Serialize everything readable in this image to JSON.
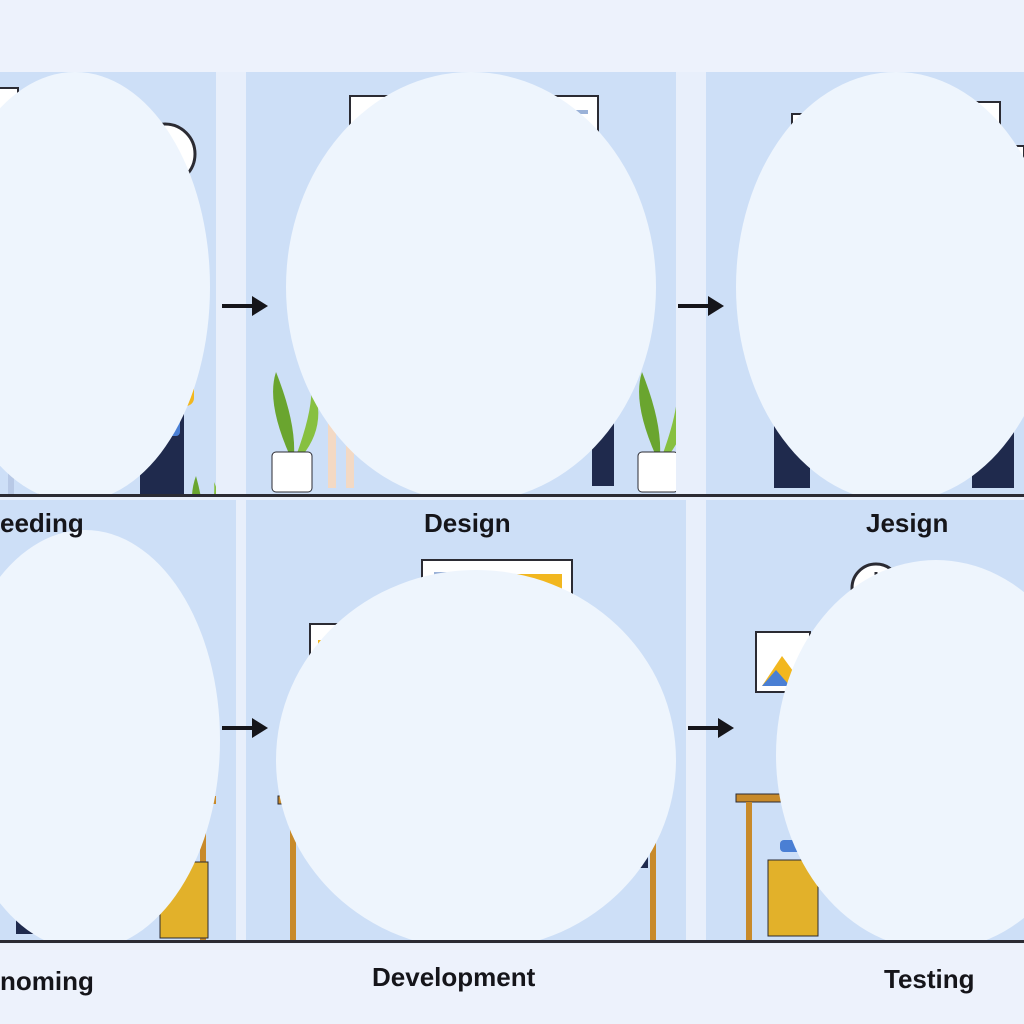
{
  "stages_top": [
    {
      "label": "eeding"
    },
    {
      "label": "Design"
    },
    {
      "label": "Jesign"
    }
  ],
  "stages_bottom": [
    {
      "label": "noming"
    },
    {
      "label": "Development"
    },
    {
      "label": "Testing"
    }
  ],
  "colors": {
    "background": "#e8effb",
    "panel": "#cddff7",
    "accent_blue": "#4a7fd4",
    "accent_yellow": "#f2b71f",
    "navy": "#1f2a4d",
    "plant": "#6aa52f"
  },
  "icons": [
    "arrow-right-icon",
    "clock-icon",
    "lightbulb-icon",
    "gear-icon",
    "email-icon",
    "document-icon",
    "chart-icon",
    "image-icon",
    "chat-bubble-icon",
    "plant-icon"
  ]
}
